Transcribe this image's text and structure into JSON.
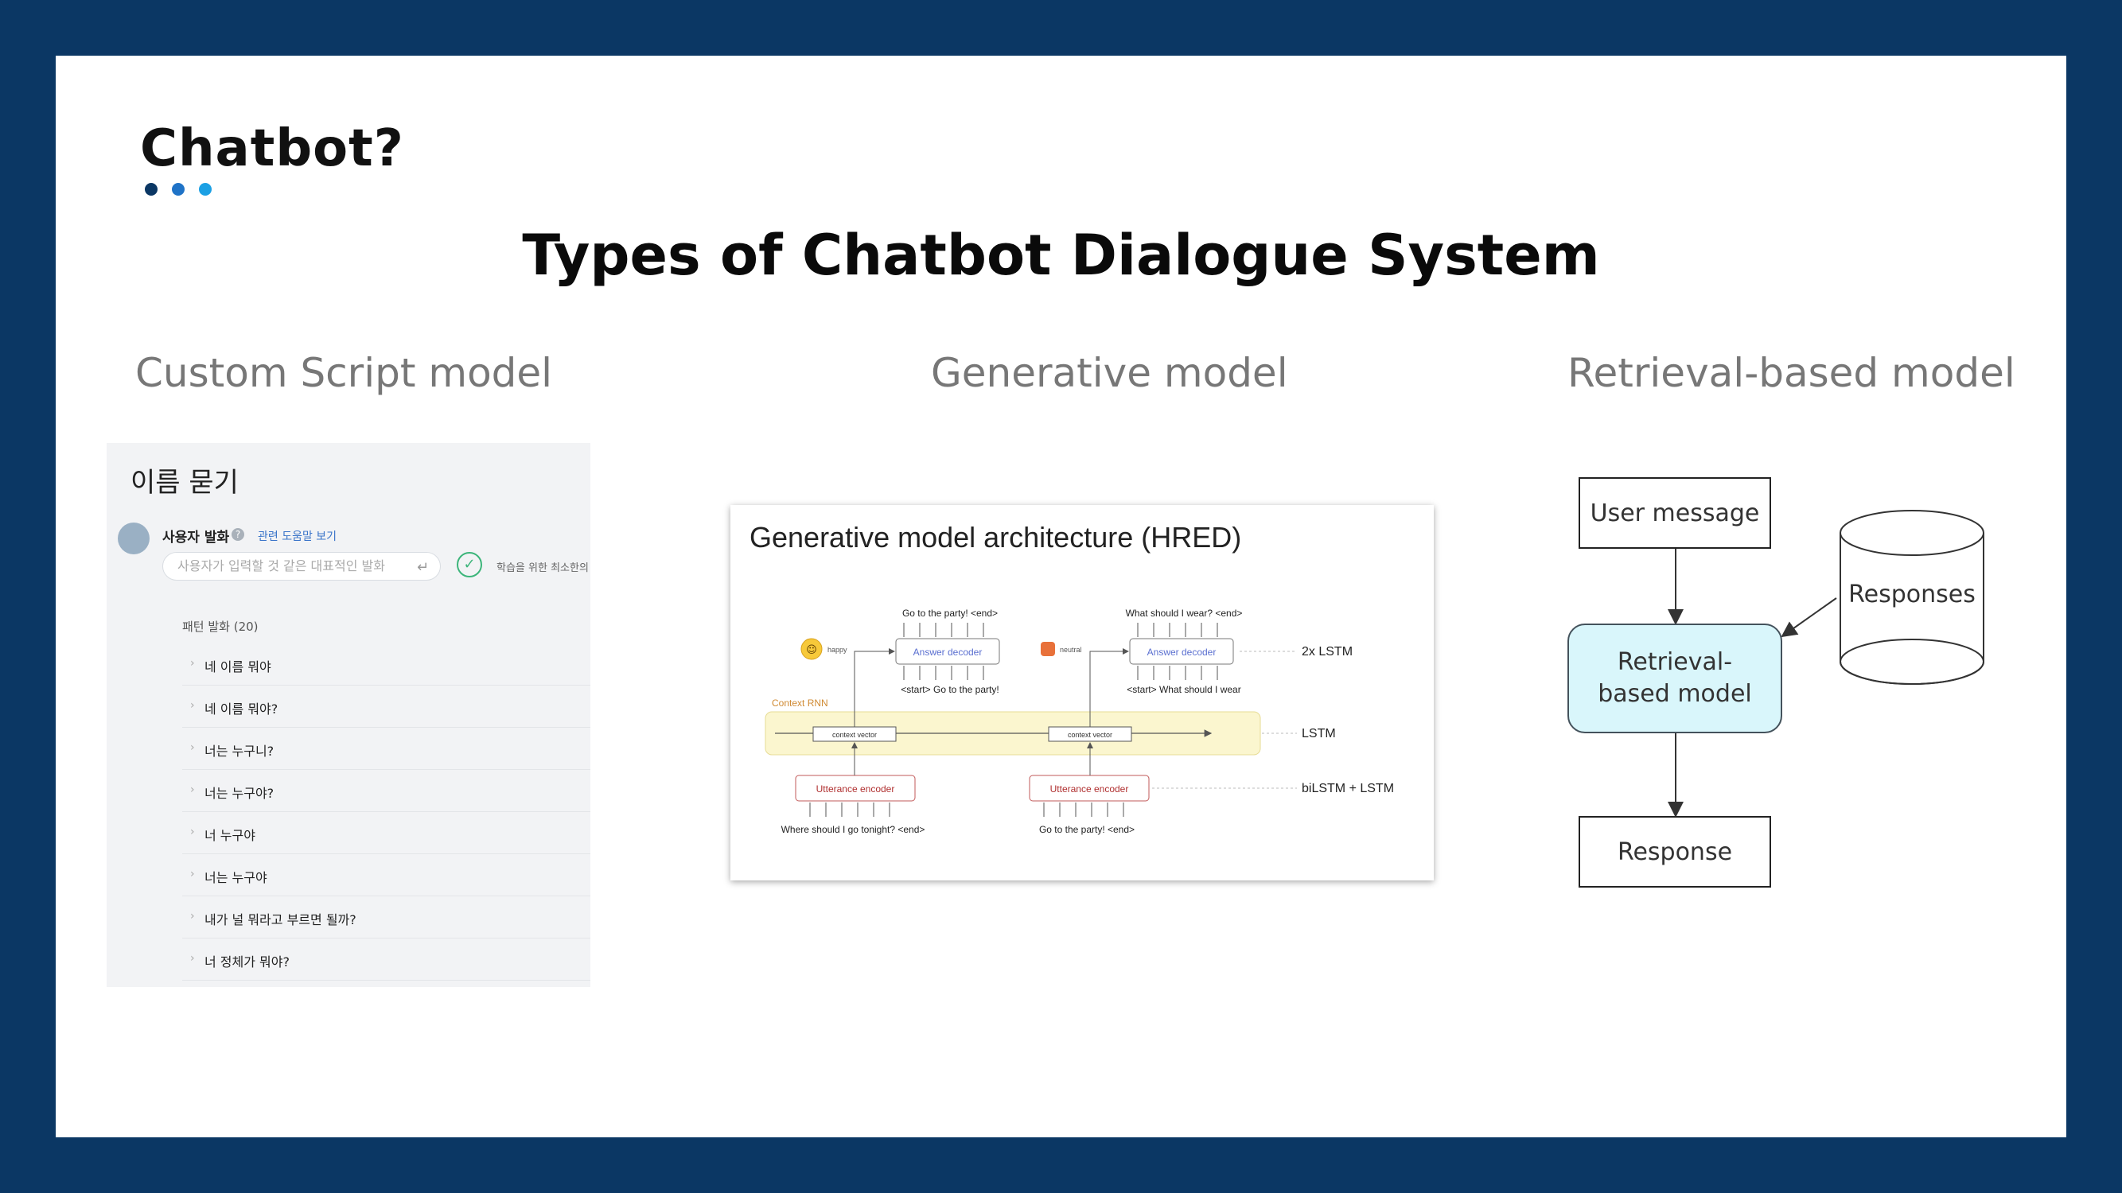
{
  "slide": {
    "title": "Chatbot?",
    "dot_colors": [
      "#0b3764",
      "#1f73c7",
      "#1ba0e4"
    ],
    "heading": "Types of Chatbot Dialogue System"
  },
  "columns": {
    "custom": "Custom Script model",
    "generative": "Generative model",
    "retrieval": "Retrieval-based model"
  },
  "custom_script": {
    "title": "이름 묻기",
    "user_label": "사용자 발화",
    "help_link": "관련 도움말 보기",
    "input_placeholder": "사용자가 입력할 것 같은 대표적인 발화",
    "hint": "학습을 위한 최소한의 발",
    "pattern_header": "패턴 발화 (20)",
    "items": [
      "네 이름 뭐야",
      "네 이름 뭐야?",
      "너는 누구니?",
      "너는 누구야?",
      "너 누구야",
      "너는 누구야",
      "내가 널 뭐라고 부르면 될까?",
      "너 정체가 뭐야?"
    ]
  },
  "generative": {
    "title": "Generative model architecture (HRED)",
    "decoder_label": "Answer decoder",
    "encoder_label": "Utterance encoder",
    "context_vector": "context vector",
    "context_rnn": "Context RNN",
    "emotions": [
      "happy",
      "neutral"
    ],
    "dec1_out": "Go to the party! <end>",
    "dec1_in": "<start> Go to the party!",
    "dec2_out": "What should I wear? <end>",
    "dec2_in": "<start> What should I wear",
    "enc1_in": "Where should I go tonight? <end>",
    "enc2_in": "Go to the party! <end>",
    "layer_decoder": "2x LSTM",
    "layer_context": "LSTM",
    "layer_encoder": "biLSTM + LSTM"
  },
  "retrieval": {
    "user_message": "User message",
    "responses_db": "Responses",
    "model": "Retrieval-based model",
    "response": "Response"
  }
}
